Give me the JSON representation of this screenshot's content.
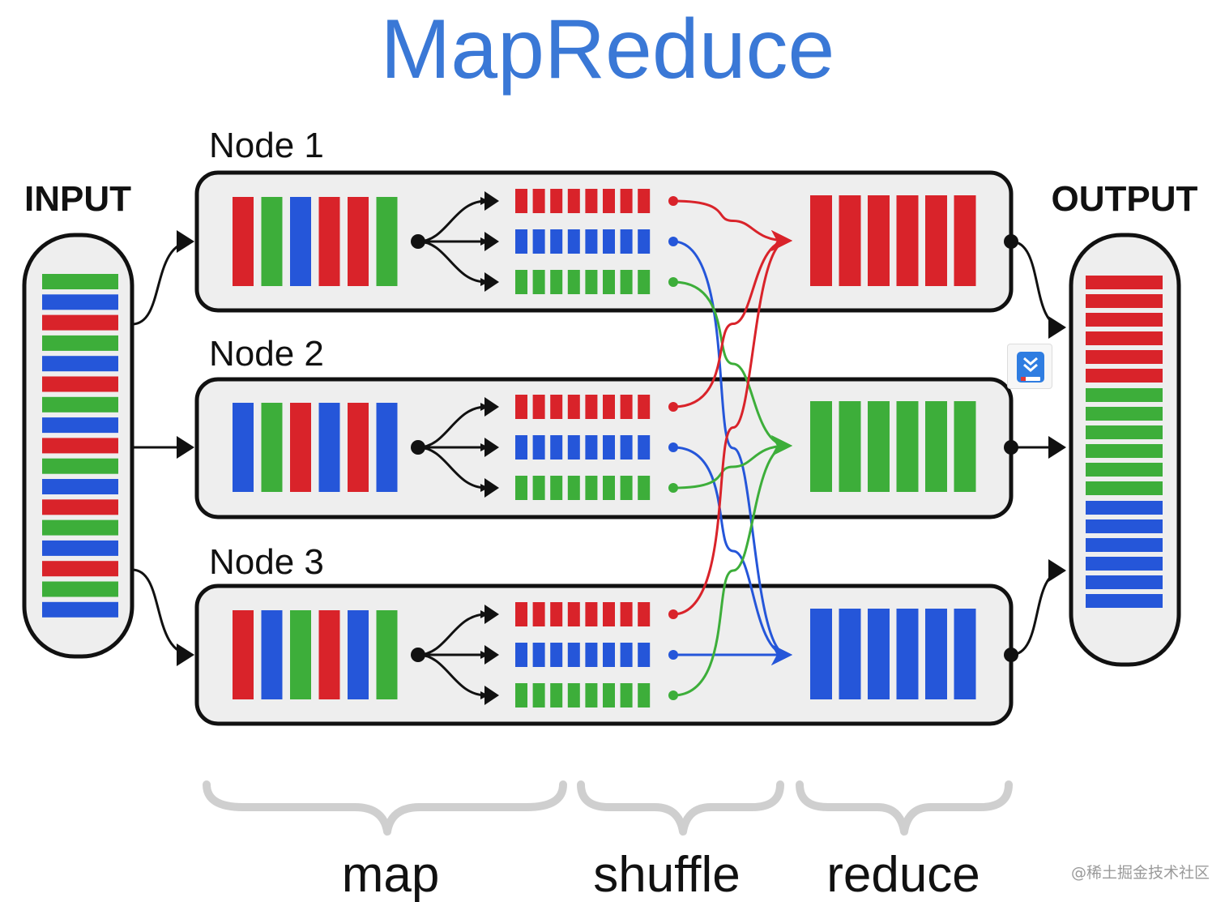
{
  "title": "MapReduce",
  "input_label": "INPUT",
  "output_label": "OUTPUT",
  "nodes": [
    {
      "label": "Node 1",
      "input_colors": [
        "red",
        "green",
        "blue",
        "red",
        "red",
        "green"
      ],
      "reduce_color": "red"
    },
    {
      "label": "Node 2",
      "input_colors": [
        "blue",
        "green",
        "red",
        "blue",
        "red",
        "blue"
      ],
      "reduce_color": "green"
    },
    {
      "label": "Node 3",
      "input_colors": [
        "red",
        "blue",
        "green",
        "red",
        "blue",
        "green"
      ],
      "reduce_color": "blue"
    }
  ],
  "input_stripes": [
    "green",
    "blue",
    "red",
    "green",
    "blue",
    "red",
    "green",
    "blue",
    "red",
    "green",
    "blue",
    "red",
    "green",
    "blue",
    "red",
    "green",
    "blue"
  ],
  "output_groups": [
    {
      "color": "red",
      "count": 6
    },
    {
      "color": "green",
      "count": 6
    },
    {
      "color": "blue",
      "count": 6
    }
  ],
  "phases": {
    "map": "map",
    "shuffle": "shuffle",
    "reduce": "reduce"
  },
  "colors": {
    "red": "#d9232a",
    "green": "#3dae3a",
    "blue": "#2556d9",
    "title": "#3a78d6"
  },
  "watermark": "@稀土掘金技术社区",
  "widget_icon": "download-bookmark-icon"
}
